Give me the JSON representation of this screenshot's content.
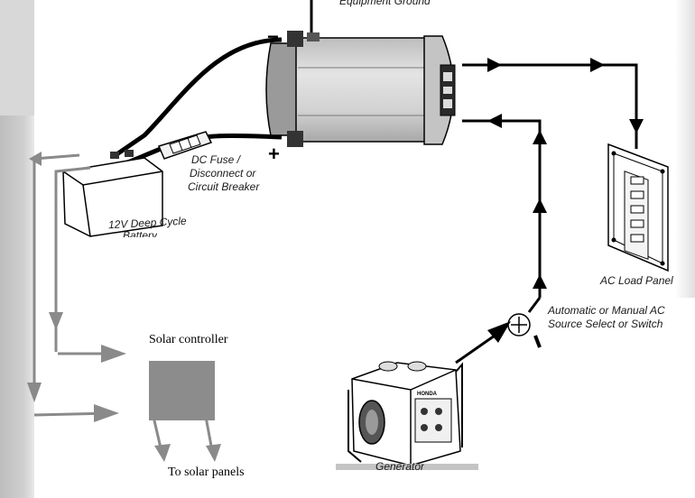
{
  "labels": {
    "equipment_ground": "Equipment Ground",
    "dc_fuse_1": "DC Fuse /",
    "dc_fuse_2": "Disconnect or",
    "dc_fuse_3": "Circuit Breaker",
    "battery_1": "12V Deep Cycle",
    "battery_2": "Battery",
    "ac_load_panel": "AC Load  Panel",
    "source_select_1": "Automatic or Manual AC",
    "source_select_2": "Source Select  or Switch",
    "generator": "Generator",
    "generator_brand": "HONDA",
    "solar_controller": "Solar controller",
    "to_solar_panels": "To solar panels"
  },
  "polarity": {
    "negative": "−",
    "positive": "+"
  },
  "colors": {
    "line": "#000000",
    "gray_arrow": "#8a8a8a",
    "controller_box": "#8c8c8c",
    "left_bar": "#c9c9c9",
    "inverter_body": "#d6d6d6",
    "inverter_end": "#b0b0b0"
  },
  "components": [
    "inverter",
    "battery",
    "dc-fuse",
    "ac-load-panel",
    "transfer-switch",
    "generator",
    "solar-controller"
  ]
}
